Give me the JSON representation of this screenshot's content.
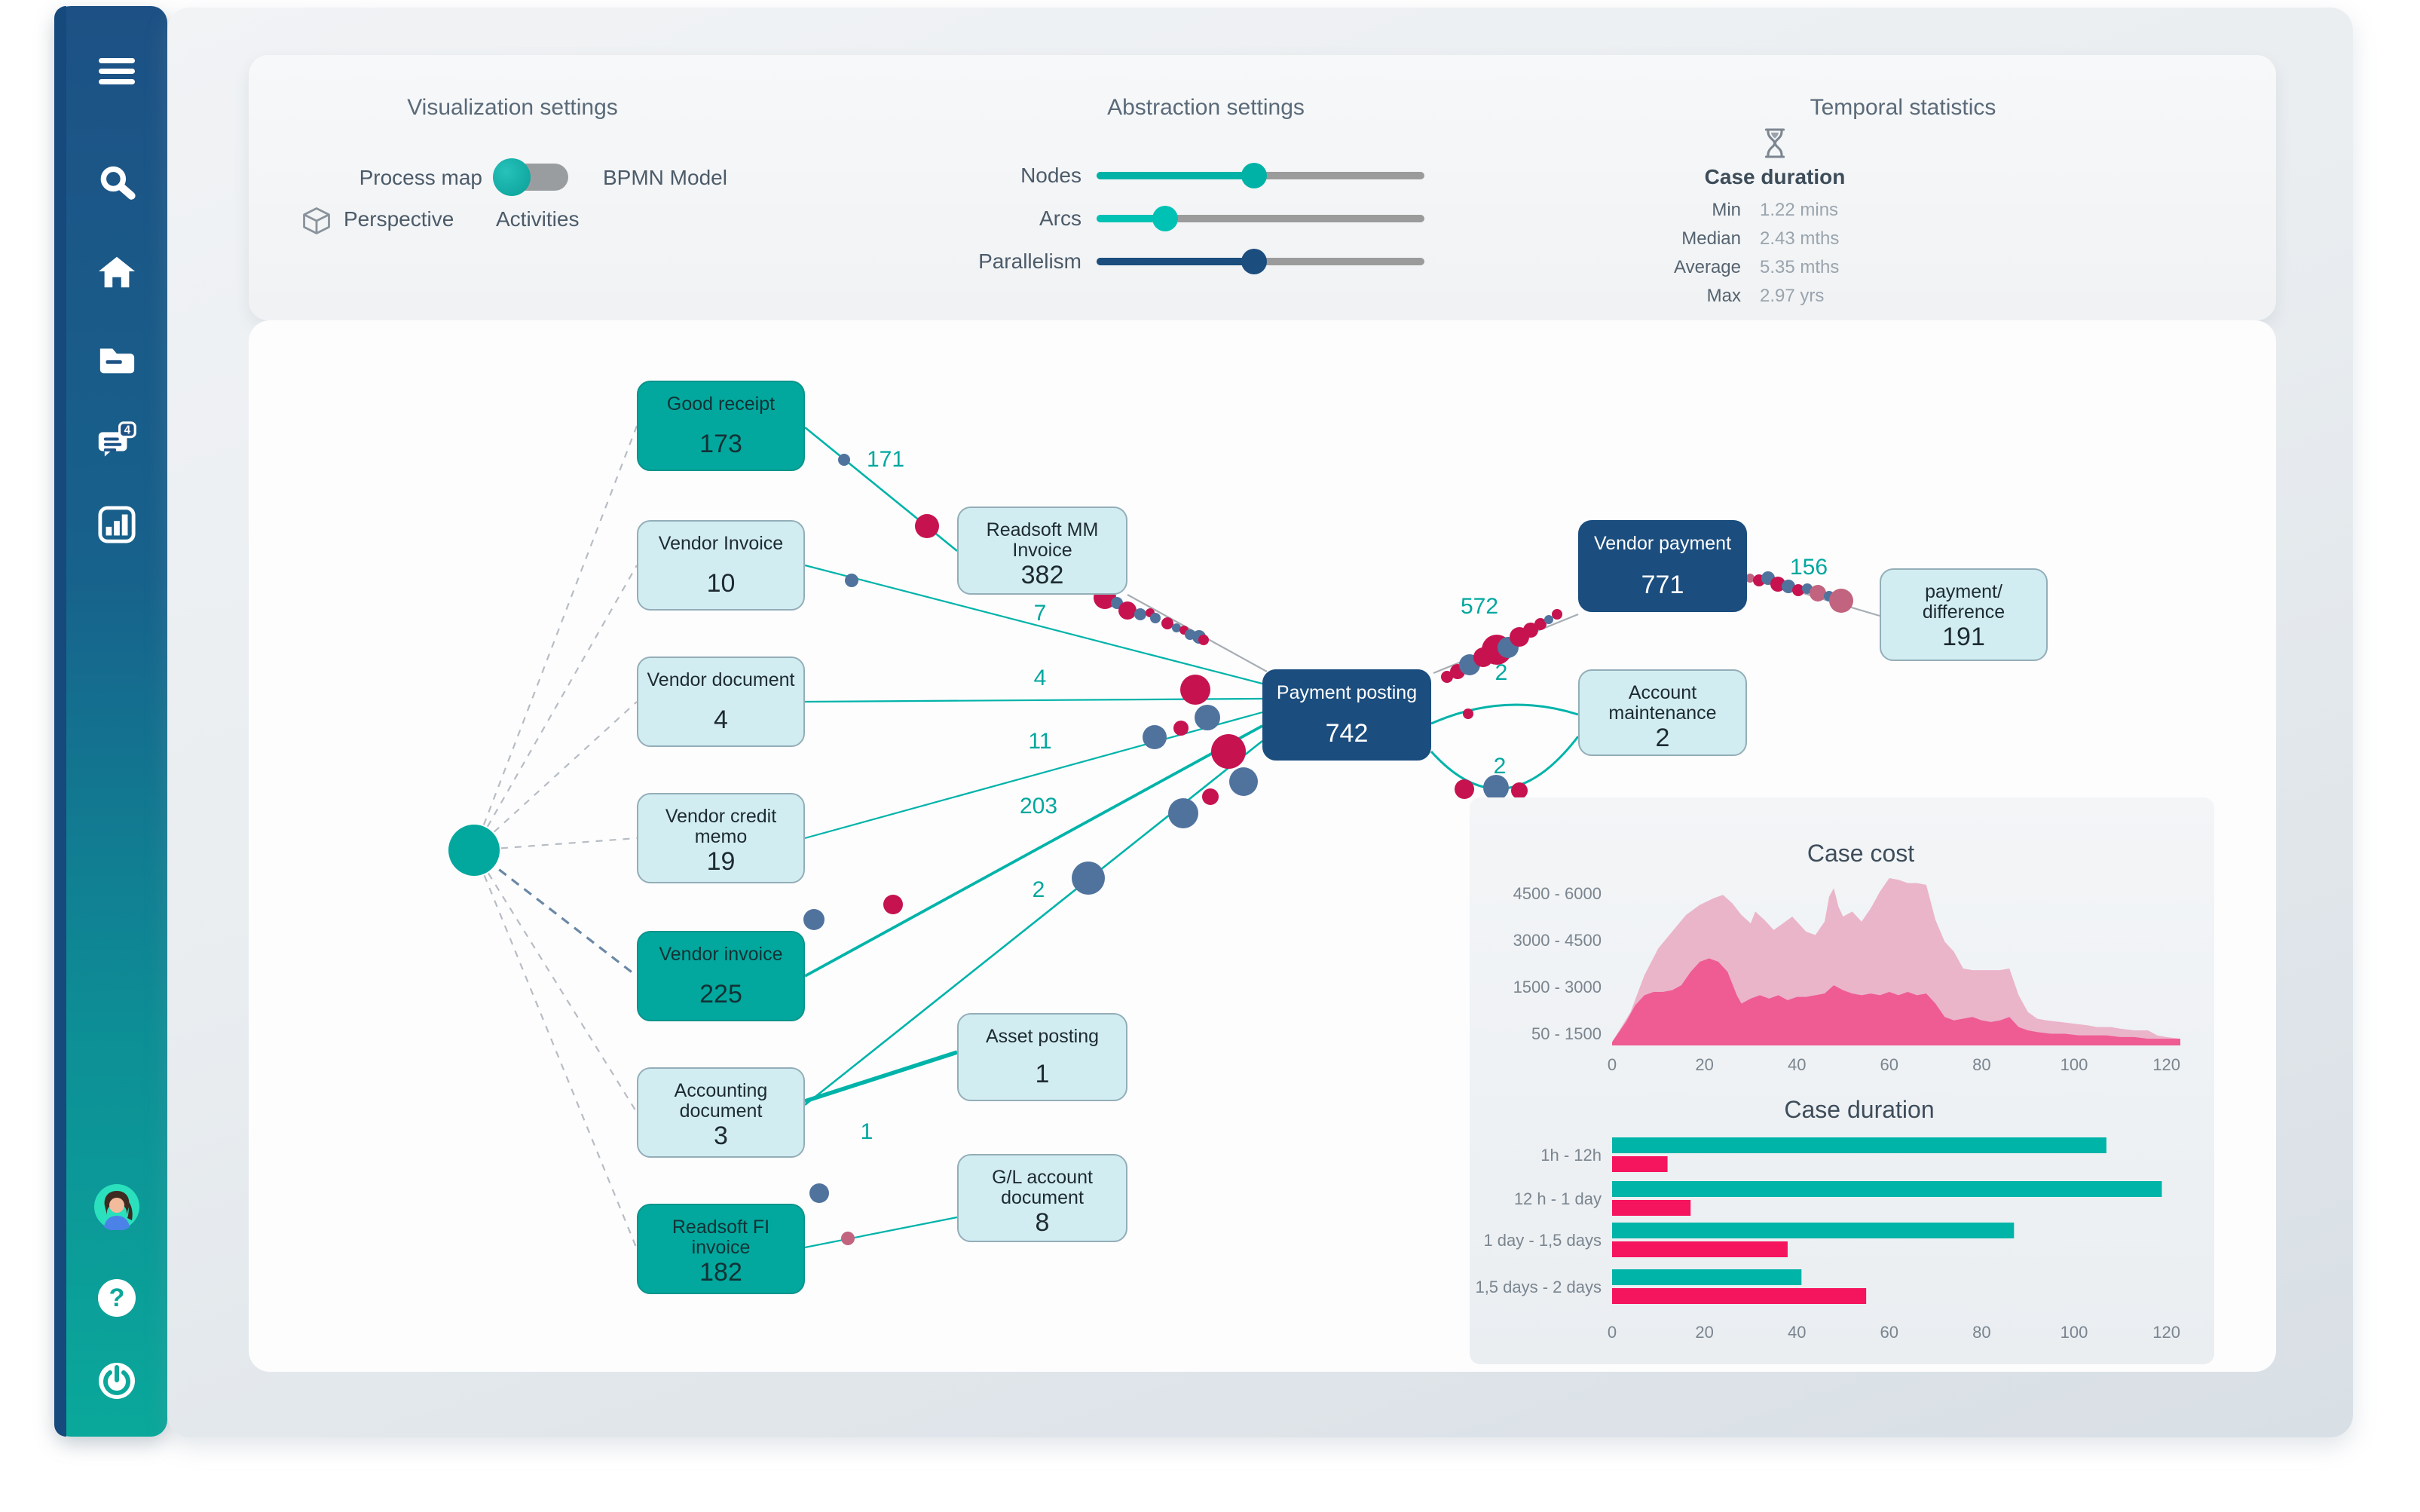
{
  "sidebar": {
    "badge_count": "4",
    "icons": [
      "menu",
      "search",
      "home",
      "folder",
      "messages",
      "bar-chart",
      "avatar",
      "help",
      "power"
    ]
  },
  "settings": {
    "visualization": {
      "title": "Visualization settings",
      "toggle_left": "Process map",
      "toggle_right": "BPMN Model",
      "perspective_label": "Perspective",
      "perspective_value": "Activities"
    },
    "abstraction": {
      "title": "Abstraction settings",
      "sliders": [
        {
          "label": "Nodes",
          "percent": 48,
          "color": "#00b2a6"
        },
        {
          "label": "Arcs",
          "percent": 21,
          "color": "#00c2b4"
        },
        {
          "label": "Parallelism",
          "percent": 48,
          "color": "#1b4d7e"
        }
      ]
    },
    "temporal": {
      "title": "Temporal statistics",
      "subtitle": "Case duration",
      "stats": [
        {
          "label": "Min",
          "value": "1.22 mins"
        },
        {
          "label": "Median",
          "value": "2.43 mths"
        },
        {
          "label": "Average",
          "value": "5.35 mths"
        },
        {
          "label": "Max",
          "value": "2.97 yrs"
        }
      ]
    }
  },
  "map": {
    "nodes": [
      {
        "label": "Good receipt",
        "value": "173"
      },
      {
        "label": "Vendor Invoice",
        "value": "10"
      },
      {
        "label": "Vendor document",
        "value": "4"
      },
      {
        "label": "Vendor credit memo",
        "value": "19"
      },
      {
        "label": "Vendor invoice",
        "value": "225"
      },
      {
        "label": "Accounting document",
        "value": "3"
      },
      {
        "label": "Readsoft FI invoice",
        "value": "182"
      },
      {
        "label": "Readsoft MM Invoice",
        "value": "382"
      },
      {
        "label": "Asset posting",
        "value": "1"
      },
      {
        "label": "G/L account document",
        "value": "8"
      },
      {
        "label": "Payment posting",
        "value": "742"
      },
      {
        "label": "Vendor payment",
        "value": "771"
      },
      {
        "label": "Account maintenance",
        "value": "2"
      },
      {
        "label": "payment/  difference",
        "value": "191"
      }
    ],
    "edge_labels": [
      "171",
      "7",
      "4",
      "11",
      "203",
      "2",
      "1",
      "572",
      "2",
      "2",
      "156"
    ]
  },
  "chart_data": [
    {
      "type": "area",
      "title": "Case cost",
      "xlabel": "",
      "ylabel": "",
      "xlim": [
        0,
        123
      ],
      "xticks": [
        0,
        20,
        40,
        60,
        80,
        100,
        120
      ],
      "ybands": [
        "4500 - 6000",
        "3000 - 4500",
        "1500 - 3000",
        "50 - 1500"
      ],
      "legend": "none",
      "grid": false,
      "series": [
        {
          "name": "upper-cost-band",
          "color": "#e9a9c1",
          "points": [
            [
              0,
              2
            ],
            [
              4,
              20
            ],
            [
              7,
              42
            ],
            [
              10,
              58
            ],
            [
              13,
              68
            ],
            [
              16,
              78
            ],
            [
              19,
              84
            ],
            [
              22,
              88
            ],
            [
              24,
              90
            ],
            [
              26,
              85
            ],
            [
              28,
              78
            ],
            [
              30,
              73
            ],
            [
              31,
              80
            ],
            [
              33,
              75
            ],
            [
              35,
              69
            ],
            [
              37,
              73
            ],
            [
              39,
              77
            ],
            [
              40,
              74
            ],
            [
              42,
              68
            ],
            [
              44,
              66
            ],
            [
              46,
              74
            ],
            [
              47,
              89
            ],
            [
              48,
              94
            ],
            [
              49,
              83
            ],
            [
              50,
              77
            ],
            [
              52,
              80
            ],
            [
              54,
              74
            ],
            [
              56,
              82
            ],
            [
              58,
              92
            ],
            [
              60,
              100
            ],
            [
              62,
              99
            ],
            [
              64,
              97
            ],
            [
              66,
              97
            ],
            [
              68,
              96
            ],
            [
              70,
              75
            ],
            [
              72,
              62
            ],
            [
              74,
              56
            ],
            [
              76,
              46
            ],
            [
              78,
              45
            ],
            [
              80,
              45
            ],
            [
              82,
              45
            ],
            [
              84,
              45
            ],
            [
              86,
              46
            ],
            [
              88,
              30
            ],
            [
              90,
              20
            ],
            [
              92,
              16
            ],
            [
              94,
              15
            ],
            [
              97,
              14
            ],
            [
              100,
              13
            ],
            [
              103,
              12
            ],
            [
              105,
              11
            ],
            [
              108,
              11
            ],
            [
              110,
              10
            ],
            [
              113,
              9
            ],
            [
              116,
              9
            ],
            [
              118,
              6
            ],
            [
              120,
              5
            ],
            [
              123,
              4
            ]
          ]
        },
        {
          "name": "lower-cost-band",
          "color": "#ee5c93",
          "points": [
            [
              0,
              2
            ],
            [
              3,
              14
            ],
            [
              5,
              24
            ],
            [
              7,
              30
            ],
            [
              9,
              32
            ],
            [
              11,
              32
            ],
            [
              13,
              33
            ],
            [
              15,
              36
            ],
            [
              17,
              44
            ],
            [
              19,
              50
            ],
            [
              21,
              52
            ],
            [
              23,
              50
            ],
            [
              25,
              44
            ],
            [
              27,
              30
            ],
            [
              28,
              25
            ],
            [
              30,
              28
            ],
            [
              32,
              30
            ],
            [
              34,
              28
            ],
            [
              36,
              30
            ],
            [
              38,
              27
            ],
            [
              40,
              29
            ],
            [
              42,
              29
            ],
            [
              44,
              30
            ],
            [
              46,
              31
            ],
            [
              48,
              36
            ],
            [
              50,
              33
            ],
            [
              52,
              31
            ],
            [
              54,
              30
            ],
            [
              56,
              31
            ],
            [
              58,
              30
            ],
            [
              60,
              32
            ],
            [
              62,
              30
            ],
            [
              64,
              32
            ],
            [
              66,
              30
            ],
            [
              68,
              31
            ],
            [
              70,
              25
            ],
            [
              72,
              17
            ],
            [
              74,
              15
            ],
            [
              76,
              16
            ],
            [
              78,
              17
            ],
            [
              80,
              15
            ],
            [
              82,
              14
            ],
            [
              84,
              15
            ],
            [
              86,
              17
            ],
            [
              88,
              11
            ],
            [
              90,
              9
            ],
            [
              92,
              8
            ],
            [
              95,
              7
            ],
            [
              98,
              7
            ],
            [
              101,
              6
            ],
            [
              104,
              6
            ],
            [
              107,
              6
            ],
            [
              110,
              5
            ],
            [
              113,
              5
            ],
            [
              116,
              4
            ],
            [
              119,
              4
            ],
            [
              123,
              4
            ]
          ]
        }
      ]
    },
    {
      "type": "bar",
      "title": "Case duration",
      "orientation": "horizontal",
      "categories": [
        "1h - 12h",
        "12 h - 1 day",
        "1 day - 1,5 days",
        "1,5 days - 2 days"
      ],
      "xticks": [
        0,
        20,
        40,
        60,
        80,
        100,
        120
      ],
      "xlim": [
        0,
        123
      ],
      "grid": false,
      "legend": "none",
      "series": [
        {
          "name": "count-teal",
          "color": "#00b4a8",
          "values": [
            107,
            119,
            87,
            41
          ]
        },
        {
          "name": "count-pink",
          "color": "#f5145e",
          "values": [
            12,
            17,
            38,
            55
          ]
        }
      ]
    }
  ]
}
